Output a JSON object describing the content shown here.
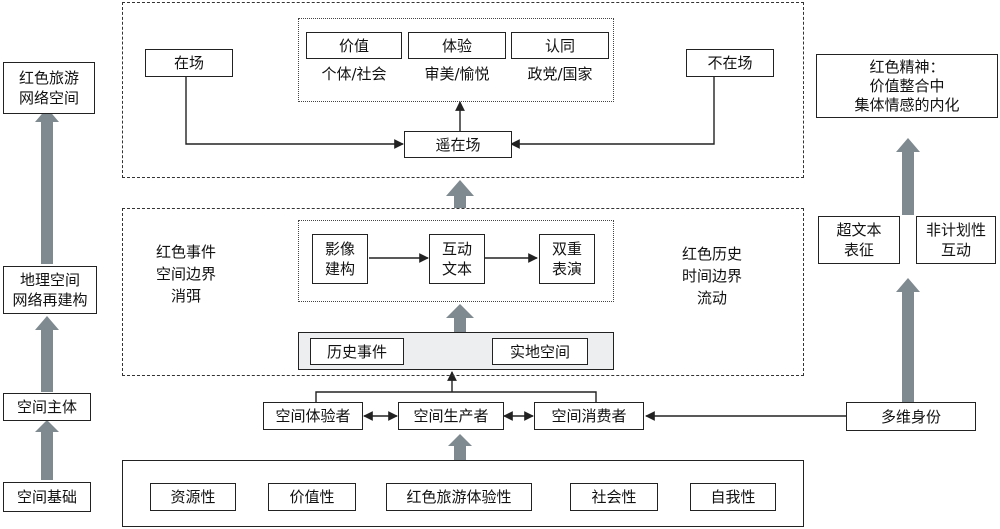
{
  "left_column": {
    "top": "红色旅游\n网络空间",
    "rebuild": "地理空间\n网络再建构",
    "subject": "空间主体",
    "base": "空间基础"
  },
  "top_panel": {
    "value": {
      "title": "价值",
      "sub": "个体/社会"
    },
    "experience": {
      "title": "体验",
      "sub": "审美/愉悦"
    },
    "identity": {
      "title": "认同",
      "sub": "政党/国家"
    },
    "present": "在场",
    "absent": "不在场",
    "remote": "遥在场"
  },
  "middle_panel": {
    "left_text": "红色事件\n空间边界\n消弭",
    "right_text": "红色历史\n时间边界\n流动",
    "image": "影像\n建构",
    "interactive": "互动\n文本",
    "dual": "双重\n表演",
    "history_event": "历史事件",
    "real_space": "实地空间"
  },
  "actors": {
    "experiencer": "空间体验者",
    "producer": "空间生产者",
    "consumer": "空间消费者"
  },
  "bottom_panel": {
    "resource": "资源性",
    "value": "价值性",
    "red_tour": "红色旅游体验性",
    "social": "社会性",
    "self": "自我性"
  },
  "right_column": {
    "spirit": "红色精神：\n价值整合中\n集体情感的内化",
    "hypertext": "超文本\n表征",
    "unplanned": "非计划性\n互动",
    "identity_multi": "多维身份"
  },
  "colors": {
    "arrow_fill": "#7f8a90",
    "line": "#222222",
    "shade": "#eceeef"
  }
}
